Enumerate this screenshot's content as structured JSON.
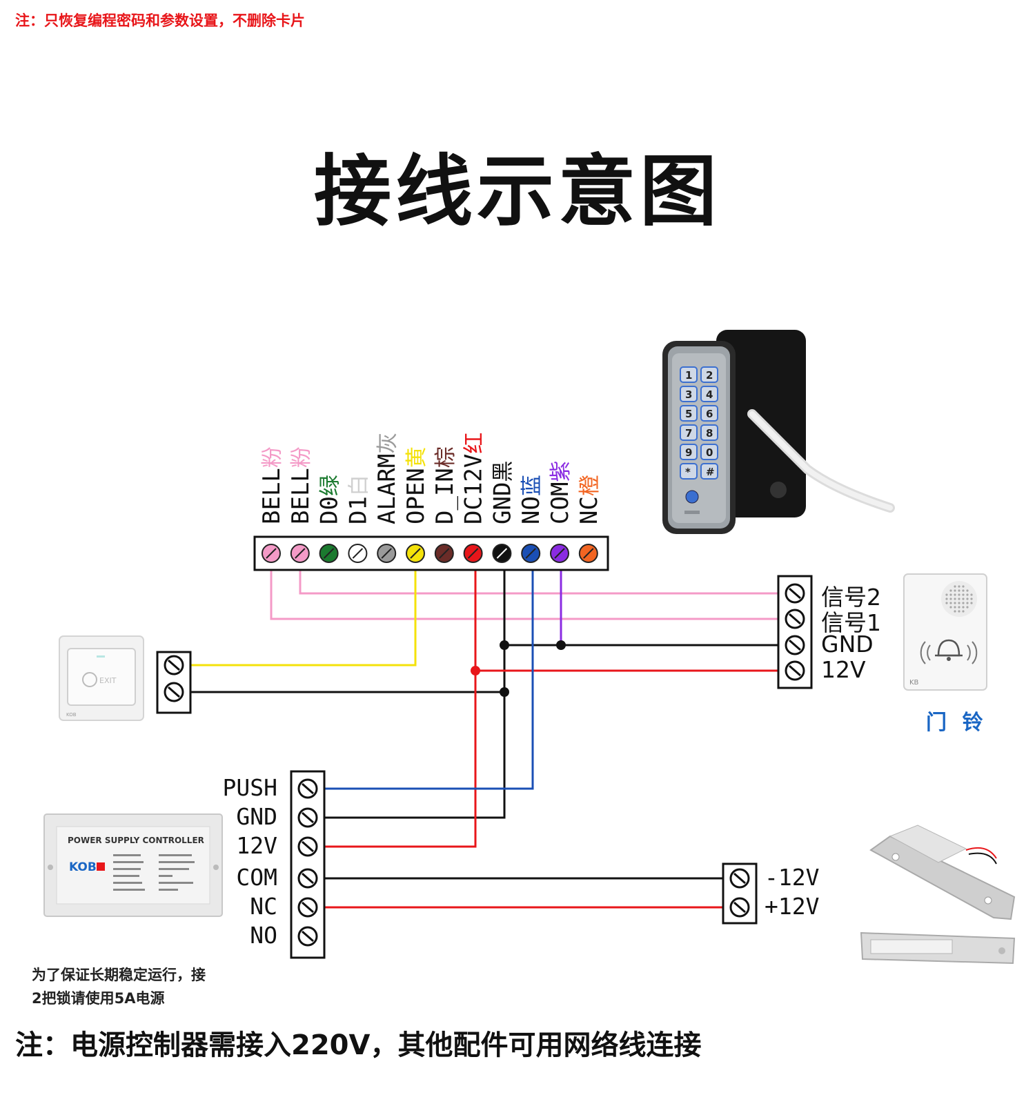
{
  "top_note": "注：只恢复编程密码和参数设置，不删除卡片",
  "title": "接线示意图",
  "pins": [
    {
      "name": "BELL",
      "color_label": "粉",
      "color": "#f49ac7"
    },
    {
      "name": "BELL",
      "color_label": "粉",
      "color": "#f49ac7"
    },
    {
      "name": "D0",
      "color_label": "绿",
      "color": "#1b7a2f"
    },
    {
      "name": "D1",
      "color_label": "白",
      "color": "#ffffff"
    },
    {
      "name": "ALARM",
      "color_label": "灰",
      "color": "#9a9a9a"
    },
    {
      "name": "OPEN",
      "color_label": "黄",
      "color": "#f4e20a"
    },
    {
      "name": "D_IN",
      "color_label": "棕",
      "color": "#6b2c28"
    },
    {
      "name": "DC12V",
      "color_label": "红",
      "color": "#e8161a"
    },
    {
      "name": "GND",
      "color_label": "黑",
      "color": "#111111"
    },
    {
      "name": "NO",
      "color_label": "蓝",
      "color": "#1a4fb5"
    },
    {
      "name": "COM",
      "color_label": "紫",
      "color": "#8a2be2"
    },
    {
      "name": "NC",
      "color_label": "橙",
      "color": "#f26522"
    }
  ],
  "bell_terminal": [
    "信号2",
    "信号1",
    "GND",
    "12V"
  ],
  "bell_caption": "门 铃",
  "psu_terminal": [
    "PUSH",
    "GND",
    "12V",
    "COM",
    "NC",
    "NO"
  ],
  "psu_device": {
    "title": "POWER SUPPLY CONTROLLER",
    "brand": "KOB"
  },
  "lock_terminal": [
    "-12V",
    "+12V"
  ],
  "keypad_keys": [
    "1",
    "2",
    "3",
    "4",
    "5",
    "6",
    "7",
    "8",
    "9",
    "0",
    "*",
    "#"
  ],
  "psu_note": [
    "为了保证长期稳定运行，接",
    "2把锁请使用5A电源"
  ],
  "bottom_note": "注：电源控制器需接入220V，其他配件可用网络线连接"
}
